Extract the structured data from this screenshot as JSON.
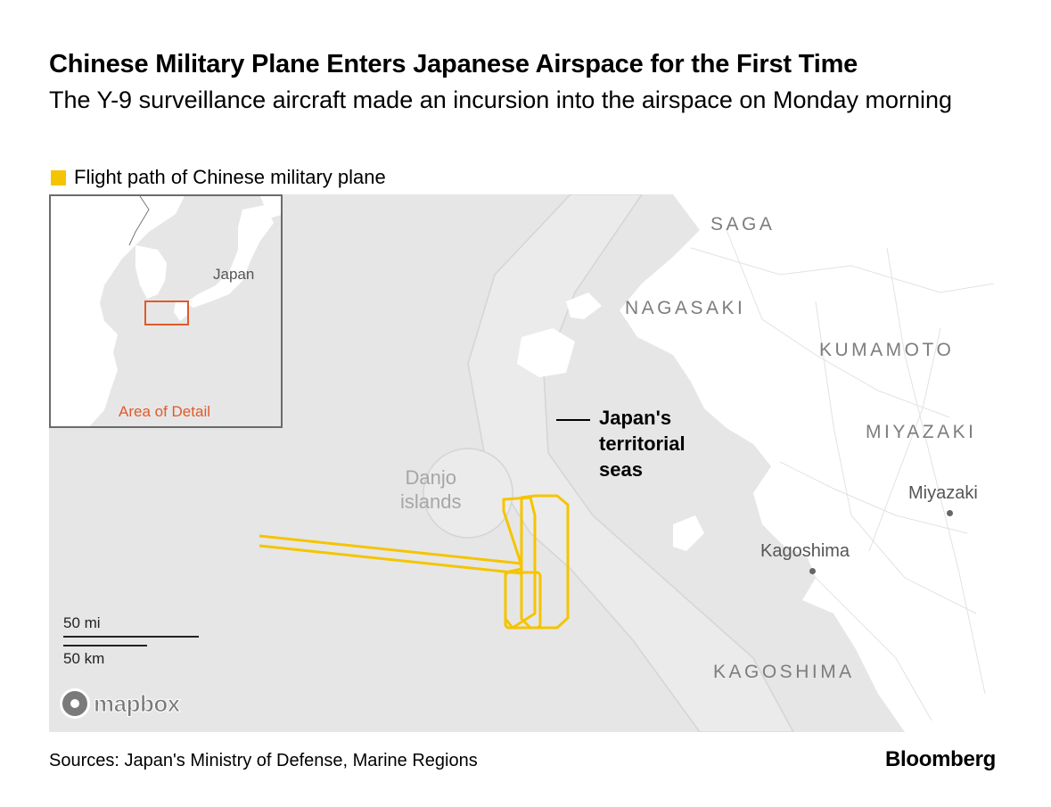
{
  "title": "Chinese Military Plane Enters Japanese Airspace for the First Time",
  "subtitle": "The Y-9 surveillance aircraft made an incursion into the airspace on Monday morning",
  "legend": {
    "label": "Flight path of Chinese military plane",
    "color": "#f5c400"
  },
  "map": {
    "regions": [
      "SAGA",
      "NAGASAKI",
      "KUMAMOTO",
      "MIYAZAKI",
      "KAGOSHIMA"
    ],
    "cities": [
      "Miyazaki",
      "Kagoshima"
    ],
    "islands": [
      "Danjo",
      "islands"
    ],
    "annotation": [
      "Japan's",
      "territorial",
      "seas"
    ],
    "scale": {
      "miles": "50 mi",
      "km": "50 km"
    },
    "attribution": "mapbox"
  },
  "inset": {
    "country_label": "Japan",
    "detail_label": "Area of Detail",
    "detail_color": "#e05a2b"
  },
  "footer": {
    "source": "Sources: Japan's Ministry of Defense, Marine Regions",
    "brand": "Bloomberg"
  }
}
